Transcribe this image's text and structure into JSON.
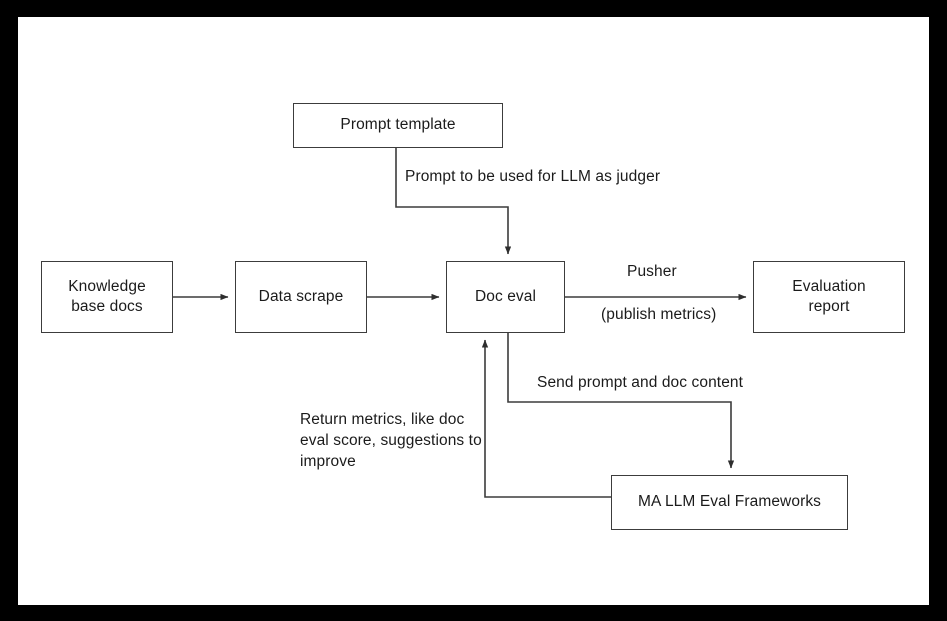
{
  "diagram": {
    "title": "Doc evaluation pipeline flowchart",
    "background_color": "#000000",
    "canvas_color": "#ffffff",
    "stroke_color": "#3c3c3c",
    "text_color": "#1b1b1b",
    "nodes": [
      {
        "id": "knowledge",
        "label": "Knowledge\nbase docs"
      },
      {
        "id": "scrape",
        "label": "Data scrape"
      },
      {
        "id": "doceval",
        "label": "Doc eval"
      },
      {
        "id": "report",
        "label": "Evaluation\nreport"
      },
      {
        "id": "prompt_template",
        "label": "Prompt template"
      },
      {
        "id": "ma_llm",
        "label": "MA LLM Eval Frameworks"
      }
    ],
    "edge_labels": [
      {
        "id": "prompt_used",
        "text": "Prompt to be used for LLM as judger"
      },
      {
        "id": "pusher",
        "text": "Pusher"
      },
      {
        "id": "publish_metrics",
        "text": "(publish metrics)"
      },
      {
        "id": "send_prompt",
        "text": "Send prompt and doc content"
      },
      {
        "id": "return_metrics",
        "text": "Return metrics, like doc eval score, suggestions to improve"
      }
    ]
  }
}
